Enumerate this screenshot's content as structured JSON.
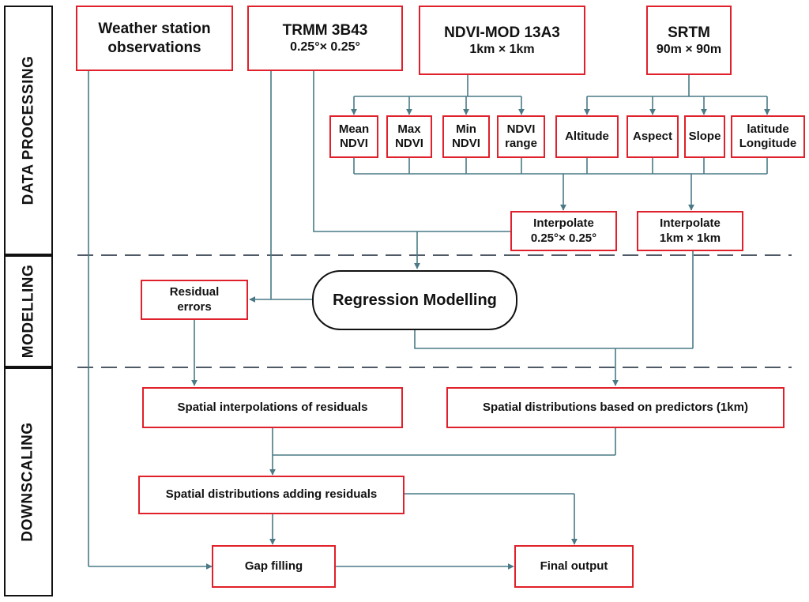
{
  "stages": {
    "data_processing": "DATA PROCESSING",
    "modelling": "MODELLING",
    "downscaling": "DOWNSCALING"
  },
  "sources": {
    "weather": {
      "line1": "Weather station",
      "line2": "observations"
    },
    "trmm": {
      "line1": "TRMM 3B43",
      "line2": "0.25°× 0.25°"
    },
    "ndvi": {
      "line1": "NDVI-MOD 13A3",
      "line2": "1km × 1km"
    },
    "srtm": {
      "line1": "SRTM",
      "line2": "90m × 90m"
    }
  },
  "variables": {
    "mean_ndvi": {
      "line1": "Mean",
      "line2": "NDVI"
    },
    "max_ndvi": {
      "line1": "Max",
      "line2": "NDVI"
    },
    "min_ndvi": {
      "line1": "Min",
      "line2": "NDVI"
    },
    "ndvi_range": {
      "line1": "NDVI",
      "line2": "range"
    },
    "altitude": "Altitude",
    "aspect": "Aspect",
    "slope": "Slope",
    "latlon": {
      "line1": "latitude",
      "line2": "Longitude"
    }
  },
  "interpolate_coarse": {
    "line1": "Interpolate",
    "line2": "0.25°× 0.25°"
  },
  "interpolate_fine": {
    "line1": "Interpolate",
    "line2": "1km × 1km"
  },
  "residual_errors": {
    "line1": "Residual",
    "line2": "errors"
  },
  "regression": "Regression Modelling",
  "spatial_interp_residuals": "Spatial interpolations of residuals",
  "spatial_dist_predictors": "Spatial distributions based on predictors (1km)",
  "spatial_dist_adding": "Spatial distributions adding residuals",
  "gap_filling": "Gap filling",
  "final_output": "Final output",
  "colors": {
    "box_border": "#e0202a",
    "arrow": "#4a7a85",
    "separator": "#4f5a66",
    "stage_border": "#111111"
  }
}
